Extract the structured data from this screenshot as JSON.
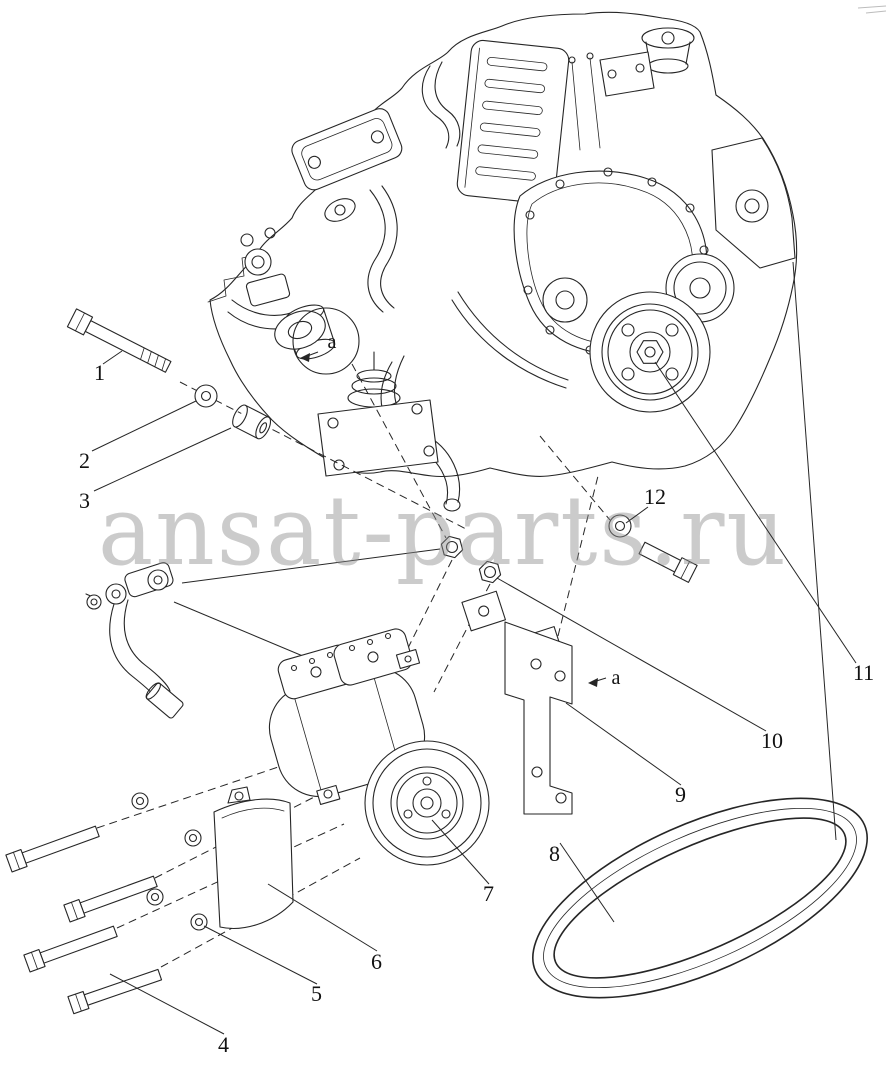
{
  "watermark_text": "ansat-parts.ru",
  "callouts": [
    "1",
    "2",
    "3",
    "4",
    "5",
    "6",
    "7",
    "8",
    "9",
    "10",
    "11",
    "12"
  ],
  "view_labels": {
    "first": "a",
    "second": "a"
  }
}
